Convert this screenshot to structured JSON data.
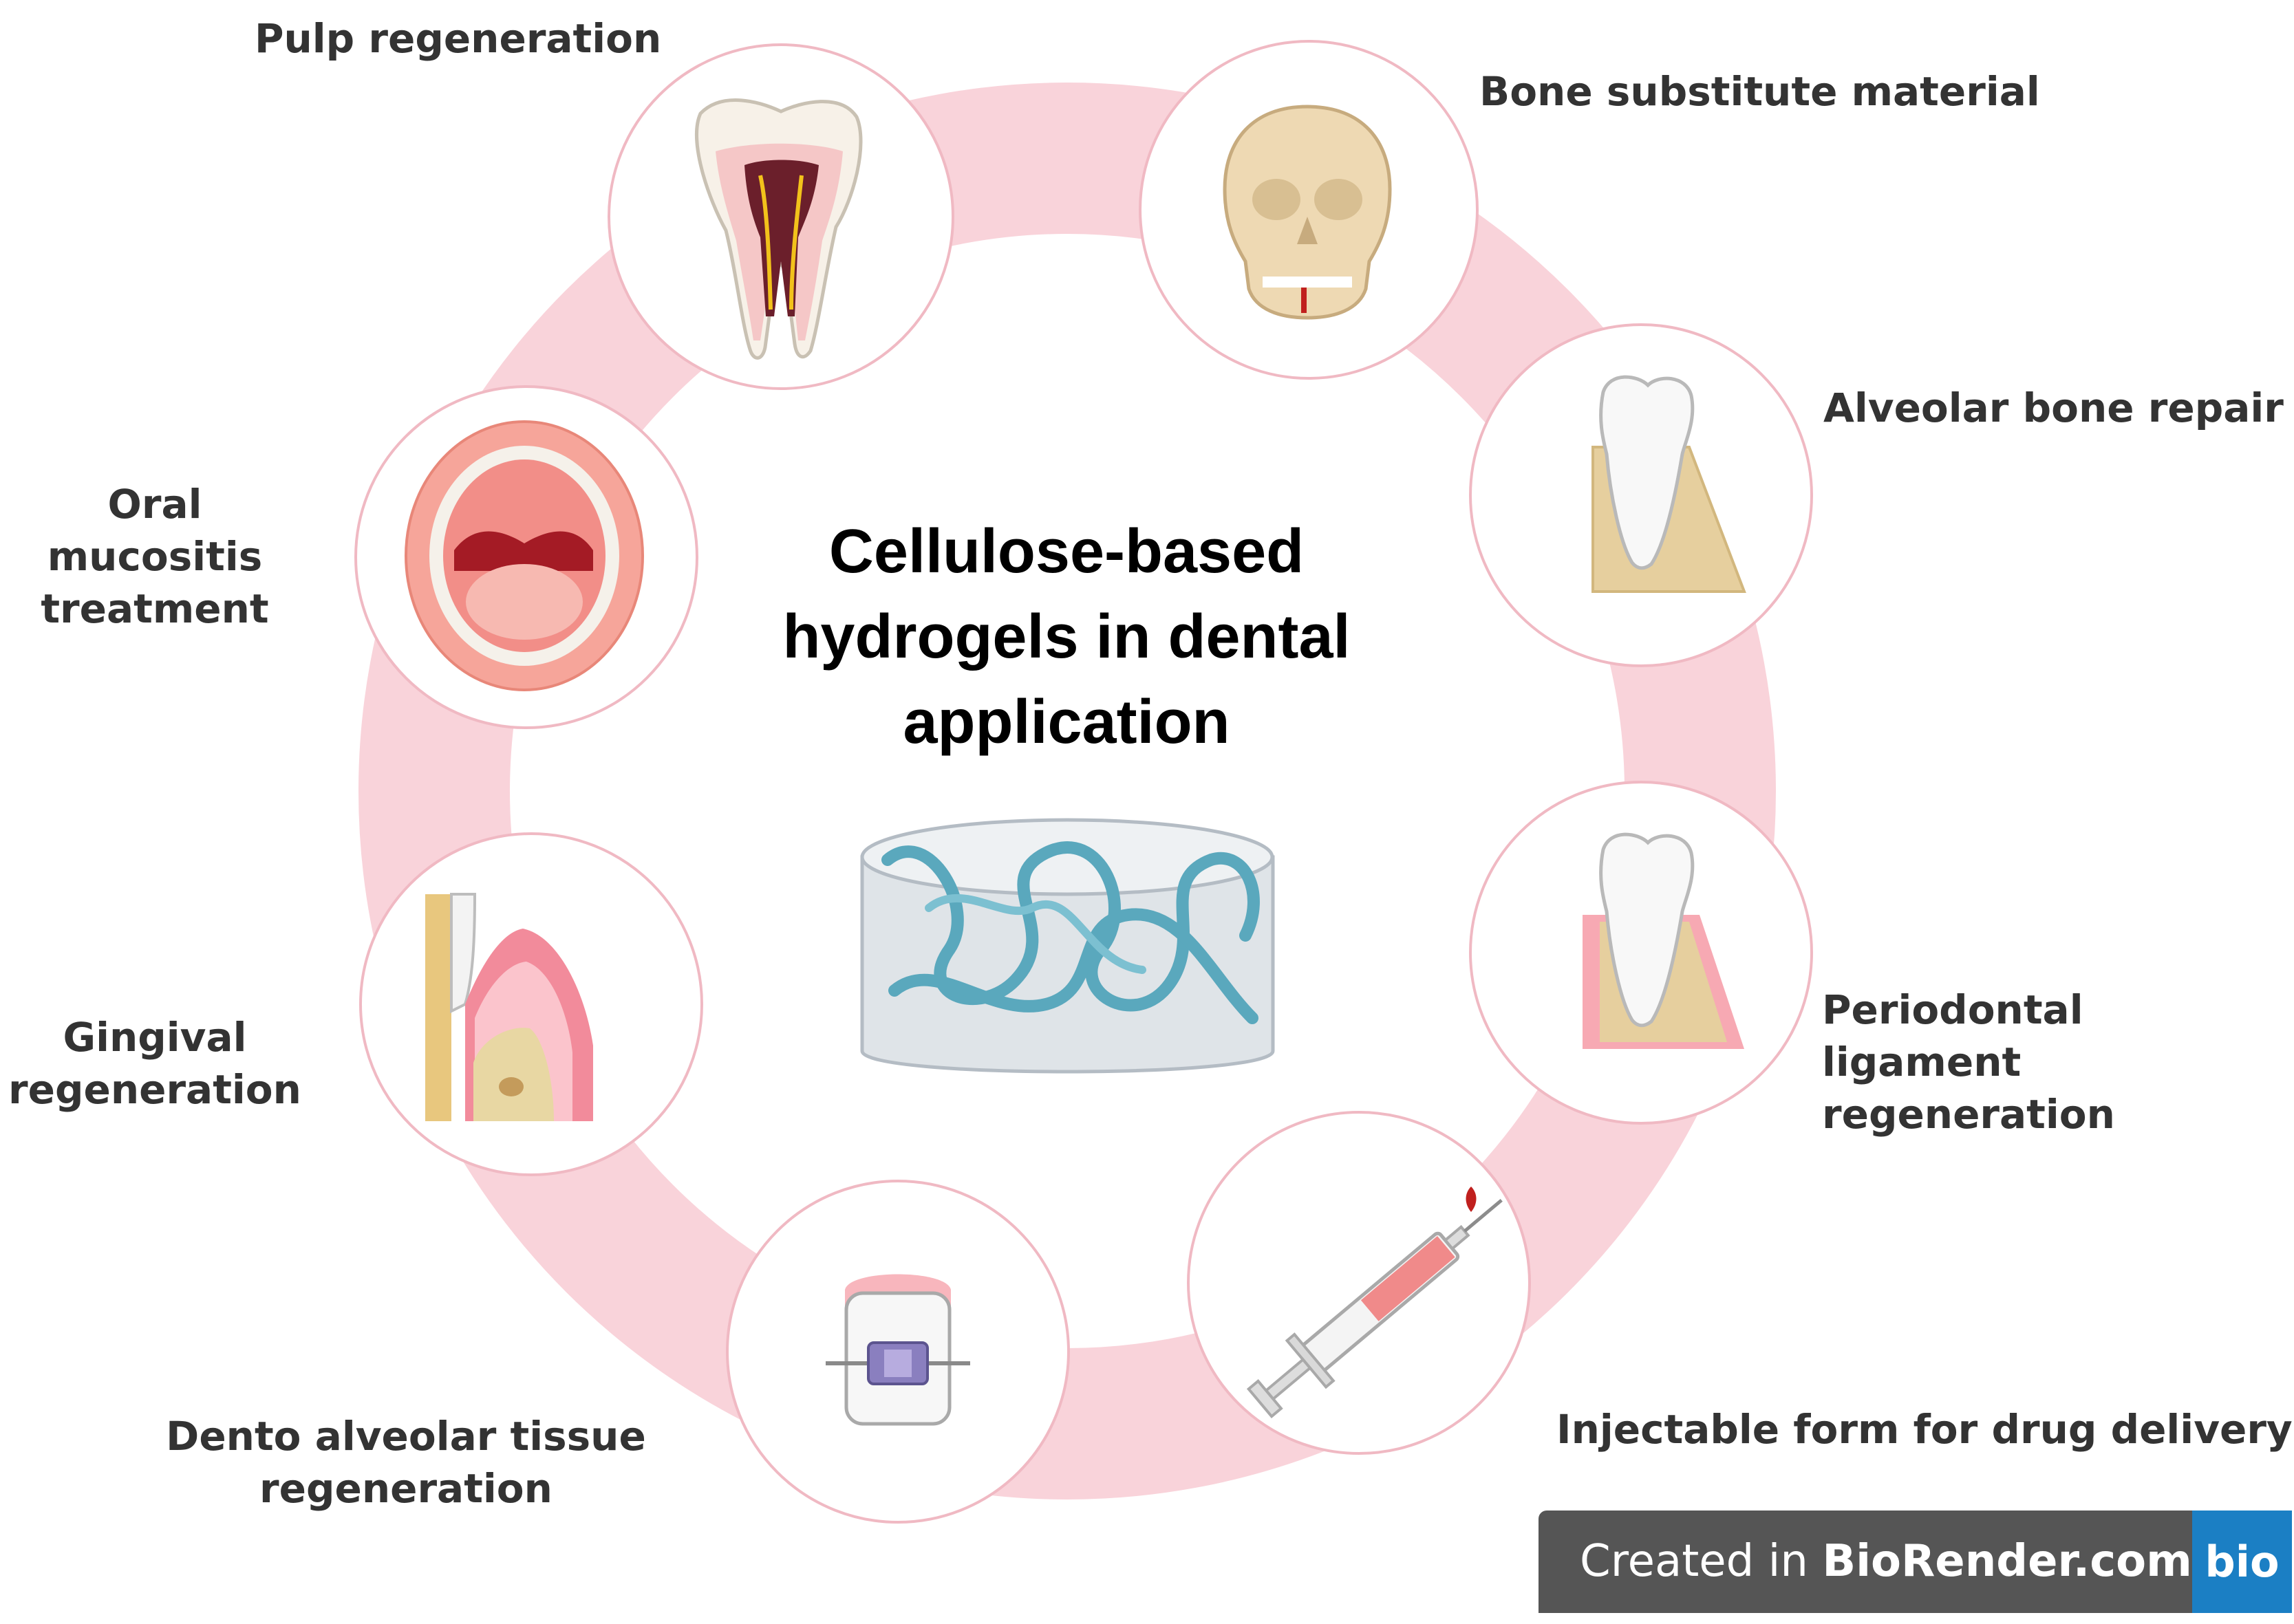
{
  "title": {
    "line1": "Cellulose-based",
    "line2": "hydrogels in dental",
    "line3": "application"
  },
  "applications": {
    "pulp": {
      "label": "Pulp regeneration",
      "icon": "tooth-pulp-icon"
    },
    "bone": {
      "label": "Bone substitute material",
      "icon": "skull-icon"
    },
    "alveolar": {
      "label": "Alveolar bone repair",
      "icon": "tooth-in-bone-icon"
    },
    "periodontal": {
      "line1": "Periodontal ligament",
      "line2": "regeneration",
      "icon": "tooth-with-gum-icon"
    },
    "injectable": {
      "label": "Injectable form for drug delivery",
      "icon": "syringe-icon"
    },
    "dento": {
      "line1": "Dento alveolar tissue",
      "line2": "regeneration",
      "icon": "tooth-with-braces-icon"
    },
    "gingival": {
      "line1": "Gingival",
      "line2": "regeneration",
      "icon": "gingiva-section-icon"
    },
    "mucositis": {
      "line1": "Oral mucositis",
      "line2": "treatment",
      "icon": "open-mouth-icon"
    }
  },
  "center_icon": "hydrogel-network-icon",
  "badge": {
    "prefix": "Created in ",
    "brand": "BioRender.com",
    "logo": "bio"
  },
  "colors": {
    "ring": "#f9d3da",
    "circle_border": "#f0b9c3",
    "gum": "#f28b9b",
    "bone": "#e6cf9e",
    "hydrogel": "#5aa8bd",
    "badge_bg": "#555555",
    "badge_logo_bg": "#1b7fc4",
    "label_text": "#333333"
  }
}
